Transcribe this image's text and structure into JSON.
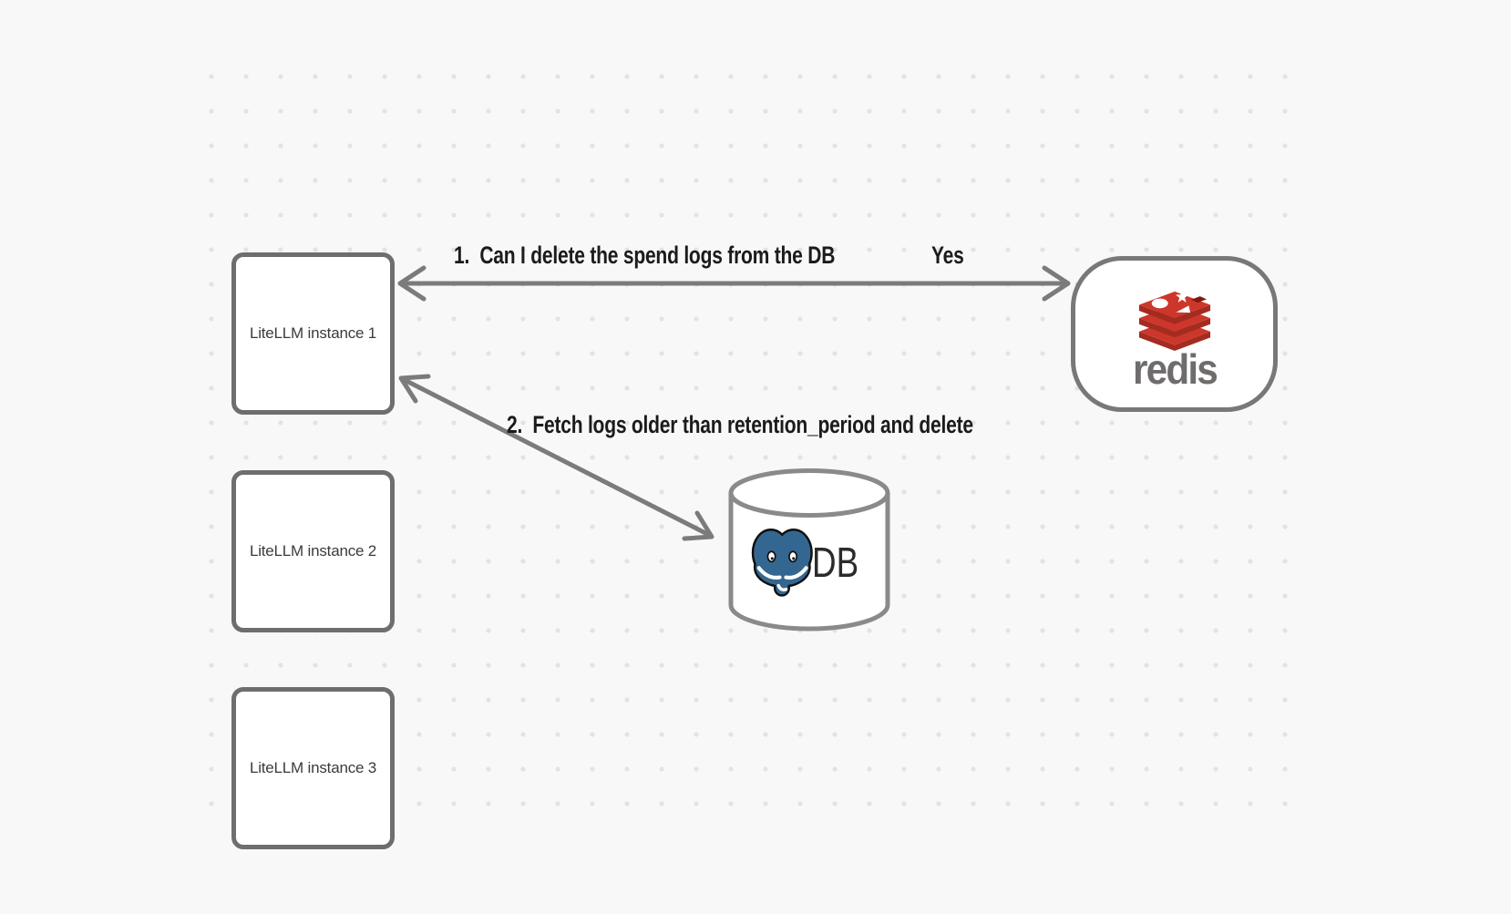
{
  "diagram": {
    "background": "#f8f8f8",
    "dot_color": "#e3e3e3",
    "box_stroke": "#6e6e6e",
    "arrow_color": "#7b7b7b"
  },
  "nodes": {
    "instance1": {
      "label": "LiteLLM instance 1"
    },
    "instance2": {
      "label": "LiteLLM instance 2"
    },
    "instance3": {
      "label": "LiteLLM instance 3"
    },
    "redis": {
      "wordmark": "redis",
      "brand_red": "#cd372b",
      "brand_red_dark": "#a42b20"
    },
    "db": {
      "label": "DB",
      "postgres_blue": "#336791"
    }
  },
  "edges": {
    "redis_query": {
      "label": "1.  Can I delete the spend logs from the DB",
      "reply": "Yes"
    },
    "db_fetch": {
      "label": "2.  Fetch logs older than retention_period and delete"
    }
  }
}
